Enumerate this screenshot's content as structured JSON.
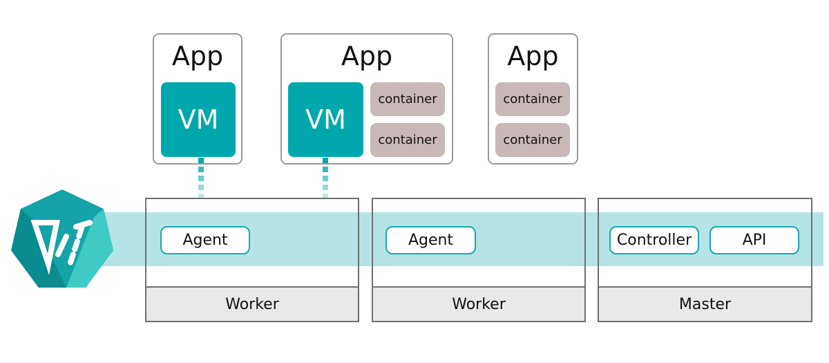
{
  "apps": [
    {
      "title": "App",
      "vm": "VM",
      "containers": []
    },
    {
      "title": "App",
      "vm": "VM",
      "containers": [
        "container",
        "container"
      ]
    },
    {
      "title": "App",
      "containers": [
        "container",
        "container"
      ]
    }
  ],
  "nodes": [
    {
      "label": "Worker",
      "components": [
        "Agent"
      ]
    },
    {
      "label": "Worker",
      "components": [
        "Agent"
      ]
    },
    {
      "label": "Master",
      "components": [
        "Controller",
        "API"
      ]
    }
  ],
  "colors": {
    "vm": "#00a8ad",
    "container": "#c9b8b8",
    "band": "#b5e4e7",
    "pill_border": "#1aa7ad",
    "node_label_bg": "#e9e9e9"
  },
  "logo": {
    "name": "virtlet-logo"
  }
}
